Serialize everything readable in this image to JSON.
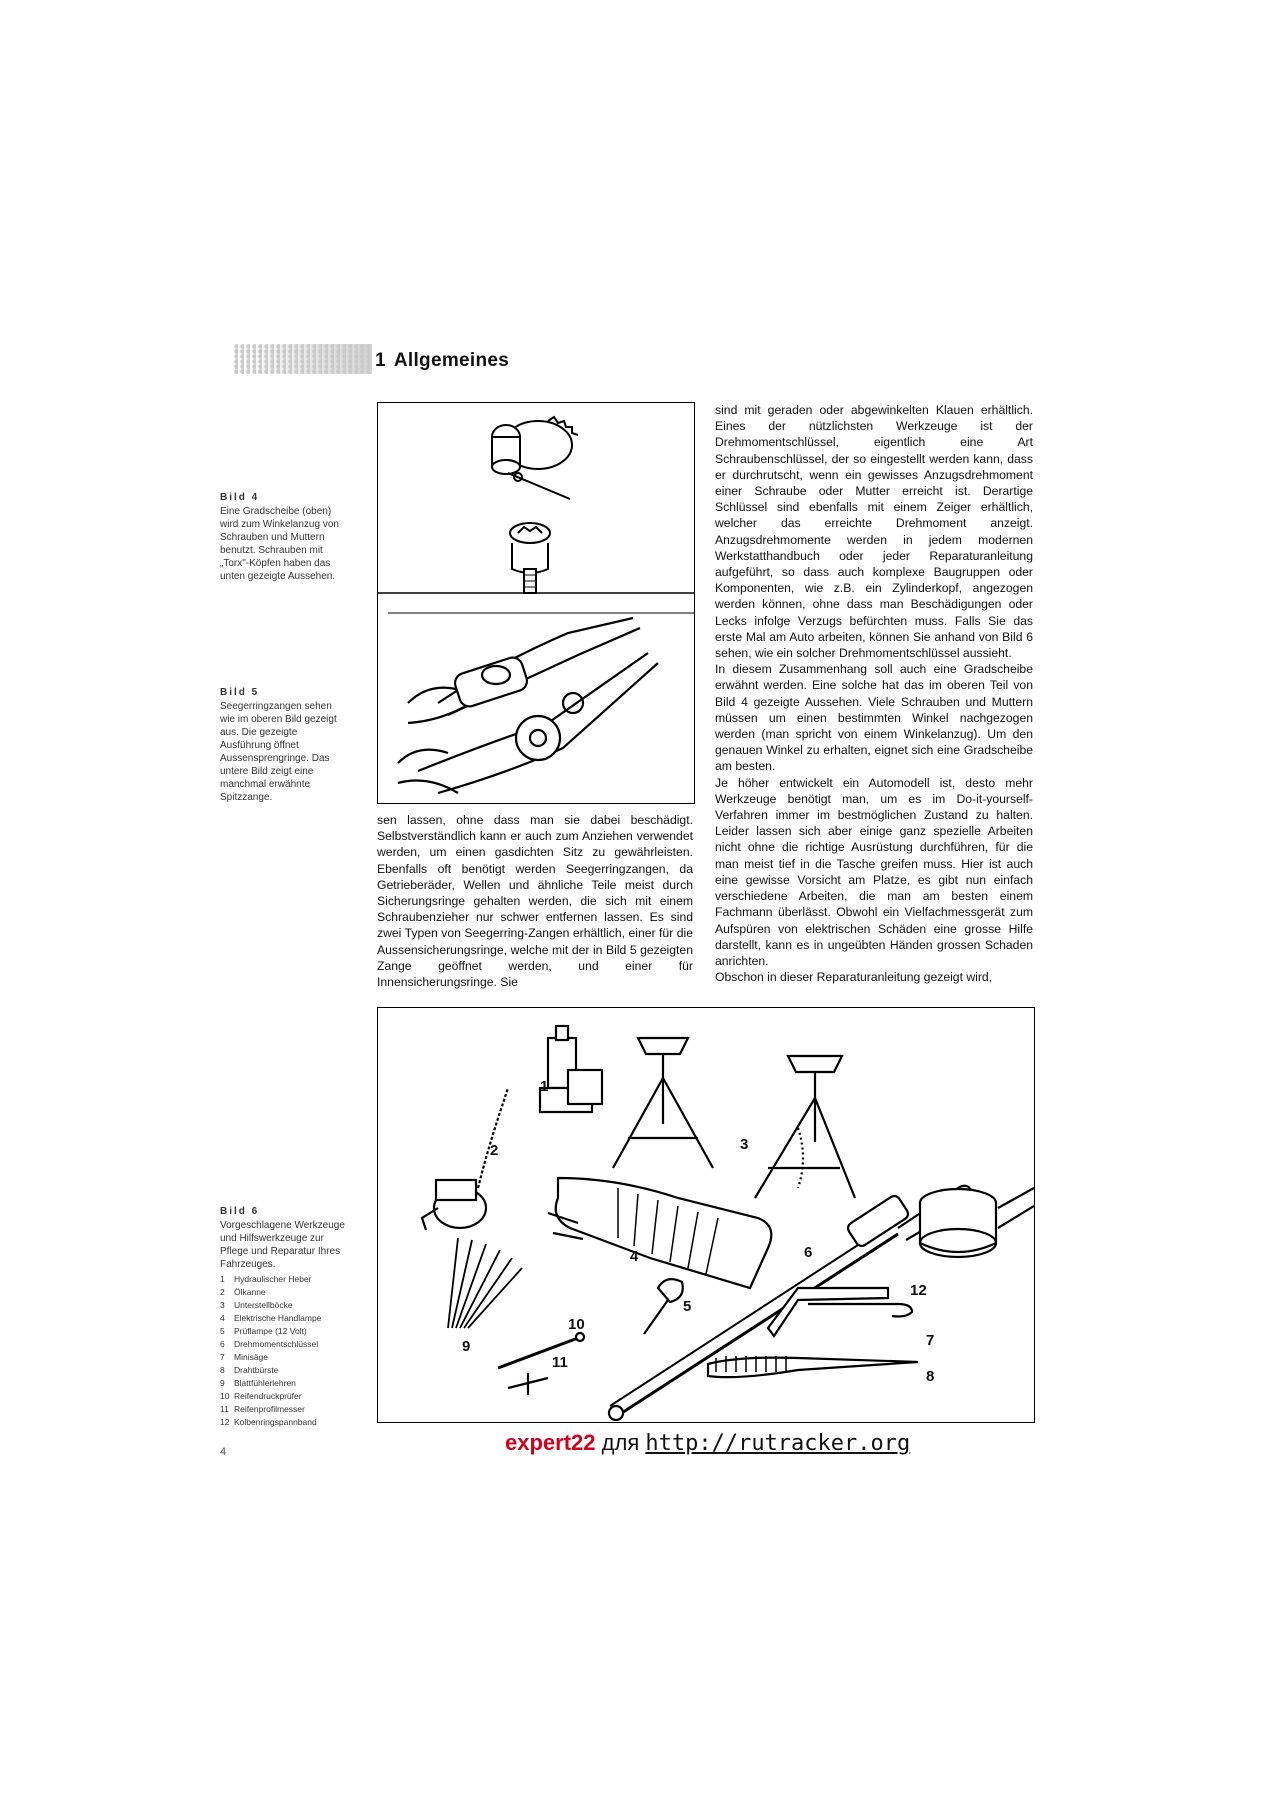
{
  "header": {
    "number": "1",
    "title": "Allgemeines"
  },
  "captions": {
    "bild4": {
      "title": "Bild 4",
      "text": "Eine Gradscheibe (oben) wird zum Winkelanzug von Schrauben und Muttern benutzt. Schrauben mit „Torx\"-Köpfen haben das unten gezeigte Aussehen."
    },
    "bild5": {
      "title": "Bild 5",
      "text": "Seegerringzangen sehen wie im oberen Bild gezeigt aus. Die gezeigte Ausführung öffnet Aussensprengringe. Das untere Bild zeigt eine manchmal erwähnte Spitzzange."
    },
    "bild6": {
      "title": "Bild 6",
      "text": "Vorgeschlagene Werkzeuge und Hilfswerkzeuge zur Pflege und Reparatur Ihres Fahrzeuges."
    }
  },
  "legend": [
    {
      "num": "1",
      "label": "Hydraulischer Heber"
    },
    {
      "num": "2",
      "label": "Ölkanne"
    },
    {
      "num": "3",
      "label": "Unterstellböcke"
    },
    {
      "num": "4",
      "label": "Elektrische Handlampe"
    },
    {
      "num": "5",
      "label": "Prüflampe (12 Volt)"
    },
    {
      "num": "6",
      "label": "Drehmomentschlüssel"
    },
    {
      "num": "7",
      "label": "Minisäge"
    },
    {
      "num": "8",
      "label": "Drahtbürste"
    },
    {
      "num": "9",
      "label": "Blattfühlerlehren"
    },
    {
      "num": "10",
      "label": "Reifendruckprüfer"
    },
    {
      "num": "11",
      "label": "Reifenprofilmesser"
    },
    {
      "num": "12",
      "label": "Kolbenringspannband"
    }
  ],
  "left_column_text": "sen lassen, ohne dass man sie dabei beschädigt. Selbstverständlich kann er auch zum Anziehen verwendet werden, um einen gasdichten Sitz zu gewährleisten. Ebenfalls oft benötigt werden Seegerringzangen, da Getrieberäder, Wellen und ähnliche Teile meist durch Sicherungsringe gehalten werden, die sich mit einem Schraubenzieher nur schwer entfernen lassen. Es sind zwei Typen von Seegerring-Zangen erhältlich, einer für die Aussensicherungsringe, welche mit der in Bild 5 gezeigten Zange geöffnet werden, und einer für Innensicherungsringe. Sie",
  "right_column": {
    "p1": "sind mit geraden oder abgewinkelten Klauen erhältlich. Eines der nützlichsten Werkzeuge ist der Drehmomentschlüssel, eigentlich eine Art Schraubenschlüssel, der so eingestellt werden kann, dass er durchrutscht, wenn ein gewisses Anzugsdrehmoment einer Schraube oder Mutter erreicht ist. Derartige Schlüssel sind ebenfalls mit einem Zeiger erhältlich, welcher das erreichte Drehmoment anzeigt. Anzugsdrehmomente werden in jedem modernen Werkstatthandbuch oder jeder Reparaturanleitung aufgeführt, so dass auch komplexe Baugruppen oder Komponenten, wie z.B. ein Zylinderkopf, angezogen werden können, ohne dass man Beschädigungen oder Lecks infolge Verzugs befürchten muss. Falls Sie das erste Mal am Auto arbeiten, können Sie anhand von Bild 6 sehen, wie ein solcher Drehmomentschlüssel aussieht.",
    "p2": "In diesem Zusammenhang soll auch eine Gradscheibe erwähnt werden. Eine solche hat das im oberen Teil von Bild 4 gezeigte Aussehen. Viele Schrauben und Muttern müssen um einen bestimmten Winkel nachgezogen werden (man spricht von einem Winkelanzug). Um den genauen Winkel zu erhalten, eignet sich eine Gradscheibe am besten.",
    "p3": "Je höher entwickelt ein Automodell ist, desto mehr Werkzeuge benötigt man, um es im Do-it-yourself-Verfahren immer im bestmöglichen Zustand zu halten. Leider lassen sich aber einige ganz spezielle Arbeiten nicht ohne die richtige Ausrüstung durchführen, für die man meist tief in die Tasche greifen muss. Hier ist auch eine gewisse Vorsicht am Platze, es gibt nun einfach verschiedene Arbeiten, die man am besten einem Fachmann überlässt. Obwohl ein Vielfachmessgerät zum Aufspüren von elektrischen Schäden eine grosse Hilfe darstellt, kann es in ungeübten Händen grossen Schaden anrichten.",
    "p4": "Obschon in dieser Reparaturanleitung gezeigt wird,"
  },
  "figure6_labels": [
    "1",
    "2",
    "3",
    "4",
    "5",
    "6",
    "7",
    "8",
    "9",
    "10",
    "11",
    "12"
  ],
  "page_number": "4",
  "footer": {
    "brand": "expert22",
    "middle": "для",
    "link": "http://rutracker.org"
  },
  "colors": {
    "brand": "#d0021b"
  }
}
